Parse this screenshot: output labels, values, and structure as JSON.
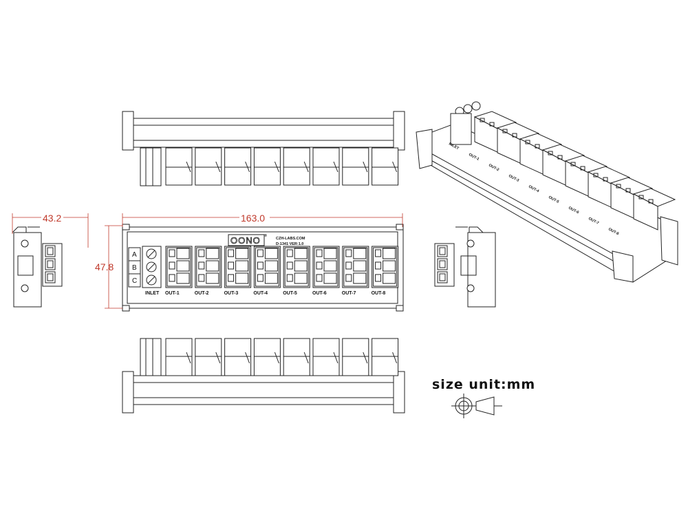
{
  "drawing": {
    "overall_length": "163.0",
    "height": "47.8",
    "depth": "43.2",
    "unit_note": "size unit:mm",
    "logo": "OONO",
    "logo_mark": "®",
    "website": "CZH-LABS.COM",
    "model": "D-1341 VER:1.0",
    "inlet_terminals": [
      "A",
      "B",
      "C"
    ],
    "inlet_label": "INLET",
    "outputs": [
      "OUT-1",
      "OUT-2",
      "OUT-3",
      "OUT-4",
      "OUT-5",
      "OUT-6",
      "OUT-7",
      "OUT-8"
    ],
    "iso_labels": [
      "INLET",
      "OUT-1",
      "OUT-2",
      "OUT-3",
      "OUT-4",
      "OUT-5",
      "OUT-6",
      "OUT-7",
      "OUT-8"
    ],
    "dimension_color": "#c0392b",
    "line_color": "#222222"
  }
}
